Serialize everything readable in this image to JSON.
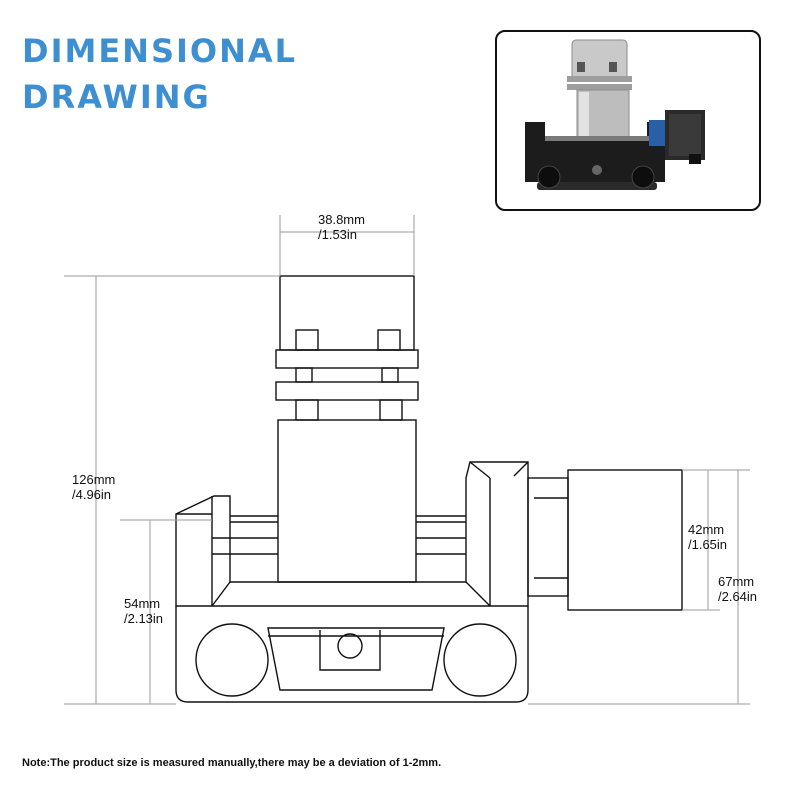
{
  "title": {
    "line1": "DIMENSIONAL",
    "line2": "DRAWING"
  },
  "dimensions": {
    "width_top": {
      "mm": "38.8mm",
      "in": "/1.53in"
    },
    "total_height": {
      "mm": "126mm",
      "in": "/4.96in"
    },
    "base_height": {
      "mm": "54mm",
      "in": "/2.13in"
    },
    "motor_size": {
      "mm": "42mm",
      "in": "/1.65in"
    },
    "motor_height": {
      "mm": "67mm",
      "in": "/2.64in"
    }
  },
  "note": "Note:The product size is measured manually,there may be a deviation of 1-2mm.",
  "colors": {
    "title": "#3d8fd1",
    "line": "#111111",
    "dimension_line": "#9a9a9a"
  }
}
